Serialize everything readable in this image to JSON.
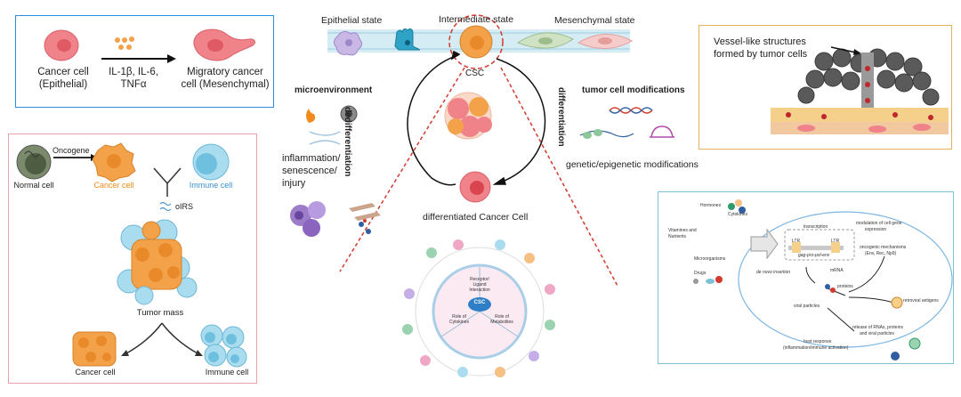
{
  "panel_emt": {
    "cancer_cell_label": "Cancer cell",
    "cancer_cell_sub": "(Epithelial)",
    "cytokines_line1": "IL-1β, IL-6,",
    "cytokines_line2": "TNFα",
    "migratory_line1": "Migratory cancer",
    "migratory_line2": "cell (Mesenchymal)"
  },
  "panel_tumor_mass": {
    "oncogene": "Oncogene",
    "normal_cell": "Normal cell",
    "cancer_cell_top": "Cancer cell",
    "immune_cell_top": "Immune cell",
    "oirs": "oIRS",
    "tumor_mass": "Tumor mass",
    "cancer_cell_bottom": "Cancer cell",
    "immune_cell_bottom": "Immune cell"
  },
  "center": {
    "epithelial_state": "Epithelial state",
    "intermediate_state": "Intermediate state",
    "mesenchymal_state": "Mesenchymal state",
    "csc": "CSC",
    "dedifferentiation": "dedifferentiation",
    "differentiation": "differentiation",
    "microenvironment": "microenvironment",
    "inflammation_line1": "inflammation/",
    "inflammation_line2": "senescence/",
    "inflammation_line3": "injury",
    "tumor_cell_modifications": "tumor cell modifications",
    "genetic_epigenetic": "genetic/epigenetic modifications",
    "differentiated_cancer_cell": "differentiated Cancer Cell"
  },
  "csc_wheel": {
    "receptor_line1": "Receptor/",
    "receptor_line2": "Ligand",
    "receptor_line3": "Interaction",
    "csc": "CSC",
    "role_cytokines_line1": "Role of",
    "role_cytokines_line2": "Cytokines",
    "role_metabolites_line1": "Role of",
    "role_metabolites_line2": "Metabolites"
  },
  "vessel_panel": {
    "line1": "Vessel-like structures",
    "line2": "formed by tumor cells"
  },
  "retro_panel": {
    "hormones": "Hormones",
    "cytokines": "Cytokines",
    "vitamins_line1": "Vitamines and",
    "vitamins_line2": "Nutrients",
    "microorganisms": "Microorganisms",
    "drugs": "Drugs",
    "transcription": "transcription",
    "ltr_left": "LTR",
    "ltr_right": "LTR",
    "gag_pro_pol_env": "gag-pro-pol-env",
    "modulation_line1": "modulation of cell gene",
    "modulation_line2": "expression",
    "oncogenic_line1": "oncogenic mechanisms",
    "oncogenic_line2": "(Env, Rec, Np9)",
    "de_novo": "de novo insertion",
    "mrna": "mRNA",
    "proteins": "proteins",
    "retroviral_antigens": "retroviral antigens",
    "viral_particles": "viral particles",
    "release_line1": "release of RNAs, proteins",
    "release_line2": "and viral particles",
    "host_line1": "host response",
    "host_line2": "(inflammation/immune activation)"
  },
  "colors": {
    "emt_border": "#2f8fd8",
    "tumor_border": "#e9a3a7",
    "vessel_border": "#e3b25a",
    "retro_border": "#7cc1d6",
    "cancer_red": "#f0828a",
    "cancer_orange": "#f4a24a",
    "immune_blue": "#a9dcef",
    "dash_red": "#d23a2e"
  }
}
